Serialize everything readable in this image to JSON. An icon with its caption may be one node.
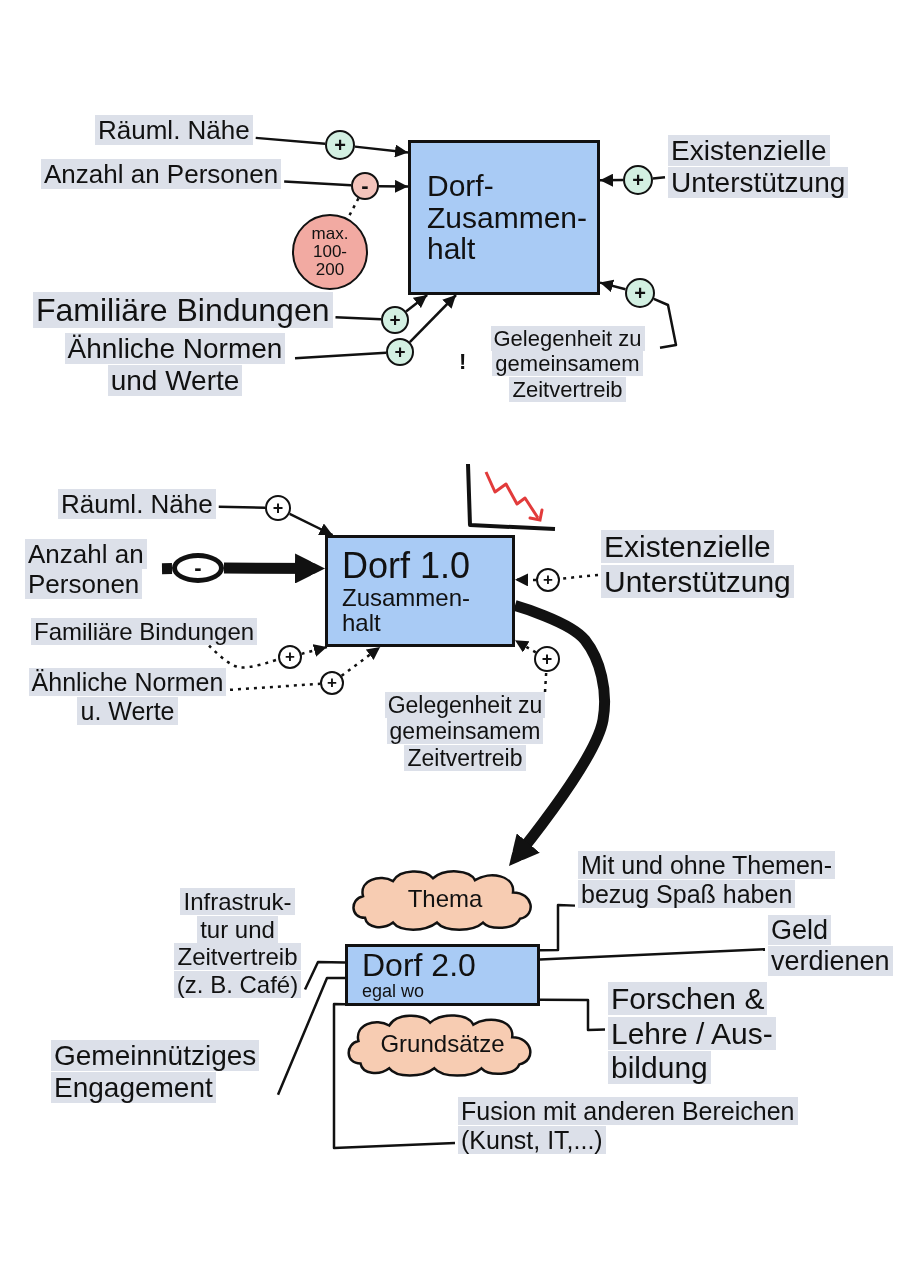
{
  "diagram": {
    "nodes": [
      {
        "text": [
          "Räuml. Nähe"
        ]
      },
      {
        "text": [
          "+"
        ]
      },
      {
        "text": [
          "Anzahl an Personen"
        ]
      },
      {
        "text": [
          "-"
        ]
      },
      {
        "text": [
          "max. 100- 200"
        ]
      },
      {
        "text": [
          "Dorf- Zusammen- halt"
        ]
      },
      {
        "text": [
          "+"
        ]
      },
      {
        "text": [
          "Existenzielle Unterstützung"
        ]
      },
      {
        "text": [
          "+"
        ]
      },
      {
        "text": [
          "Familiäre Bindungen"
        ]
      },
      {
        "text": [
          "+"
        ]
      },
      {
        "text": [
          "Ähnliche Normen und Werte"
        ]
      },
      {
        "text": [
          "+"
        ]
      },
      {
        "text": [
          "Gelegenheit zu gemeinsamem Zeitvertreib"
        ]
      },
      {
        "text": [
          "Räuml. Nähe"
        ]
      },
      {
        "text": [
          "+"
        ]
      },
      {
        "text": [
          "Anzahl an Personen"
        ]
      },
      {
        "text": [
          "-"
        ]
      },
      {
        "text": [
          "Dorf 1.0",
          "Zusammen- halt"
        ]
      },
      {
        "text": [
          "+"
        ]
      },
      {
        "text": [
          "Existenzielle Unterstützung"
        ]
      },
      {
        "text": [
          "+"
        ]
      },
      {
        "text": [
          "Familiäre Bindungen"
        ]
      },
      {
        "text": [
          "+"
        ]
      },
      {
        "text": [
          "Ähnliche Normen u. Werte"
        ]
      },
      {
        "text": [
          "+"
        ]
      },
      {
        "text": [
          "Gelegenheit zu gemeinsamem Zeitvertreib"
        ]
      },
      {
        "text": [
          "Thema"
        ]
      },
      {
        "text": [
          "Dorf 2.0",
          "egal wo"
        ]
      },
      {
        "text": [
          "Grundsätze"
        ]
      },
      {
        "text": [
          "Infrastruk- tur und Zeitvertreib (z. B. Café)"
        ]
      },
      {
        "text": [
          "Gemeinnütziges Engagement"
        ]
      },
      {
        "text": [
          "Mit und ohne Themen- bezug Spaß haben"
        ]
      },
      {
        "text": [
          "Geld verdienen"
        ]
      },
      {
        "text": [
          "Forschen & Lehre / Aus- bildung"
        ]
      },
      {
        "text": [
          "Fusion mit anderen Bereichen (Kunst, IT,...)"
        ]
      }
    ],
    "edges": [
      {
        "from": 0,
        "to": 1,
        "arrow": "none"
      },
      {
        "from": 1,
        "to": 5,
        "arrow": "to"
      },
      {
        "from": 2,
        "to": 3,
        "arrow": "none"
      },
      {
        "from": 3,
        "to": 5,
        "arrow": "to"
      },
      {
        "from": 3,
        "to": 4,
        "arrow": "none",
        "style": "dashed"
      },
      {
        "from": 7,
        "to": 6,
        "arrow": "none"
      },
      {
        "from": 6,
        "to": 5,
        "arrow": "to"
      },
      {
        "from": 13,
        "to": 8,
        "arrow": "none"
      },
      {
        "from": 8,
        "to": 5,
        "arrow": "to"
      },
      {
        "from": 9,
        "to": 10,
        "arrow": "none"
      },
      {
        "from": 10,
        "to": 5,
        "arrow": "to"
      },
      {
        "from": 11,
        "to": 12,
        "arrow": "none"
      },
      {
        "from": 12,
        "to": 5,
        "arrow": "to"
      },
      {
        "from": 14,
        "to": 15,
        "arrow": "none"
      },
      {
        "from": 15,
        "to": 18,
        "arrow": "to"
      },
      {
        "from": 16,
        "to": 17,
        "arrow": "none",
        "style": "thick"
      },
      {
        "from": 17,
        "to": 18,
        "arrow": "to",
        "style": "thick"
      },
      {
        "from": 20,
        "to": 19,
        "arrow": "none",
        "style": "dashed"
      },
      {
        "from": 19,
        "to": 18,
        "arrow": "to",
        "style": "dashed"
      },
      {
        "from": 22,
        "to": 23,
        "arrow": "none",
        "style": "dashed"
      },
      {
        "from": 23,
        "to": 18,
        "arrow": "to",
        "style": "dashed"
      },
      {
        "from": 24,
        "to": 25,
        "arrow": "none",
        "style": "dashed"
      },
      {
        "from": 25,
        "to": 18,
        "arrow": "to",
        "style": "dashed"
      },
      {
        "from": 26,
        "to": 21,
        "arrow": "none",
        "style": "dashed"
      },
      {
        "from": 21,
        "to": 18,
        "arrow": "to",
        "style": "dashed"
      },
      {
        "from": 18,
        "to": 27,
        "arrow": "to",
        "style": "thick"
      },
      {
        "from": 28,
        "to": 30,
        "arrow": "none"
      },
      {
        "from": 28,
        "to": 31,
        "arrow": "none"
      },
      {
        "from": 28,
        "to": 32,
        "arrow": "none"
      },
      {
        "from": 28,
        "to": 33,
        "arrow": "none"
      },
      {
        "from": 28,
        "to": 34,
        "arrow": "none"
      },
      {
        "from": 28,
        "to": 35,
        "arrow": "none"
      }
    ],
    "labels": [
      "!"
    ]
  }
}
